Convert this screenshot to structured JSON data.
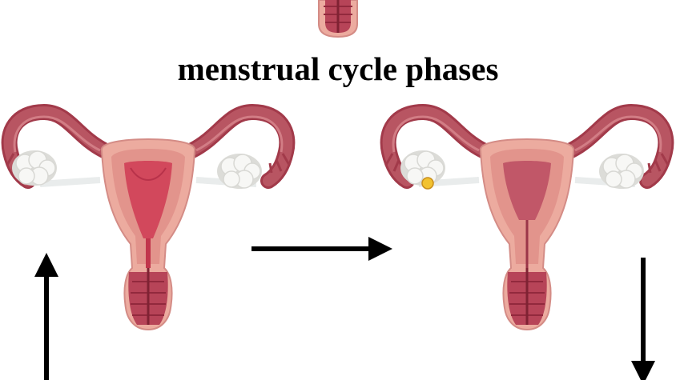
{
  "title": "menstrual cycle phases",
  "colors": {
    "outline": "#a23a4a",
    "tube": "#b85562",
    "tube_inner": "#d27d85",
    "uterus_outer": "#ecab9f",
    "uterus_mid": "#e2948c",
    "cavity_lining": "#d2485c",
    "cavity_thin": "#c15768",
    "cervix": "#b74458",
    "ovary": "#f7f7f5",
    "ovary_shadow": "#dcdcd8",
    "ligament": "#e9ecec",
    "egg": "#f2c230",
    "arrow": "#000000",
    "background": "#ffffff"
  },
  "diagram": {
    "illustrations": [
      {
        "phase_state": "menstrual",
        "lining": "thick",
        "ovary_with_egg": false
      },
      {
        "phase_state": "follicular",
        "lining": "thin",
        "ovary_with_egg": true
      }
    ],
    "arrows": [
      {
        "direction": "right",
        "connects": [
          "left-uterus",
          "right-uterus"
        ]
      },
      {
        "direction": "down",
        "connects": [
          "right-uterus",
          "below"
        ]
      },
      {
        "direction": "up",
        "connects": [
          "below",
          "left-uterus"
        ]
      }
    ]
  }
}
